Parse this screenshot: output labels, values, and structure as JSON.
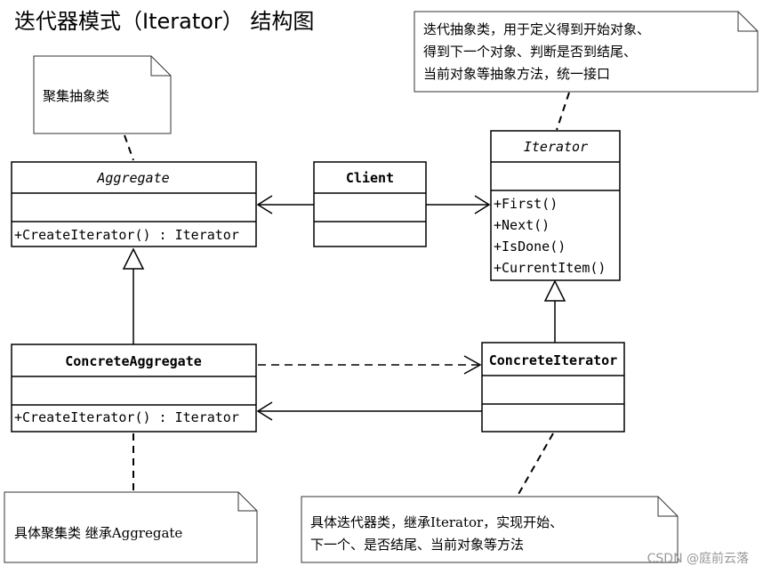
{
  "title": "迭代器模式（Iterator） 结构图",
  "classes": {
    "aggregate": {
      "name": "Aggregate",
      "operations": [
        "+CreateIterator() : Iterator"
      ]
    },
    "client": {
      "name": "Client"
    },
    "iterator": {
      "name": "Iterator",
      "operations": [
        "+First()",
        "+Next()",
        "+IsDone()",
        "+CurrentItem()"
      ]
    },
    "concrete_aggregate": {
      "name": "ConcreteAggregate",
      "operations": [
        "+CreateIterator() : Iterator"
      ]
    },
    "concrete_iterator": {
      "name": "ConcreteIterator"
    }
  },
  "notes": {
    "aggregate_note": [
      "聚集抽象类"
    ],
    "iterator_note": [
      "迭代抽象类，用于定义得到开始对象、",
      "得到下一个对象、判断是否到结尾、",
      "当前对象等抽象方法，统一接口"
    ],
    "concrete_aggregate_note": [
      "具体聚集类 继承Aggregate"
    ],
    "concrete_iterator_note": [
      "具体迭代器类，继承Iterator，实现开始、",
      "下一个、是否结尾、当前对象等方法"
    ]
  },
  "watermark": "CSDN @庭前云落"
}
